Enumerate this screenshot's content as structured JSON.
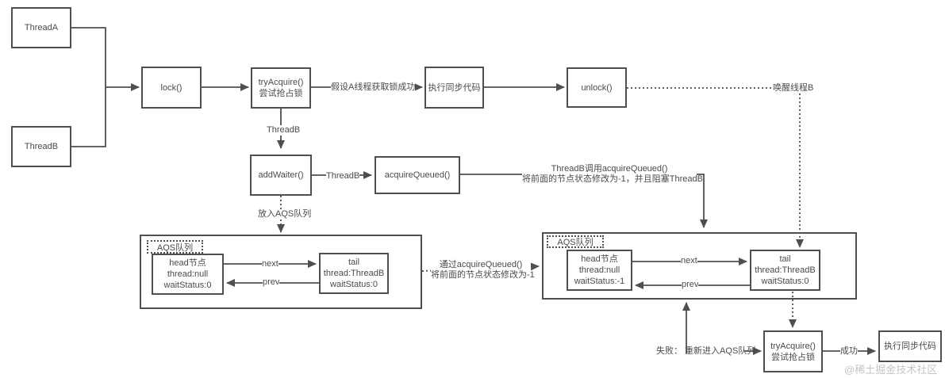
{
  "diagram": {
    "nodes": {
      "thread_a": "ThreadA",
      "thread_b": "ThreadB",
      "lock": "lock()",
      "try_acquire_top": {
        "line1": "tryAcquire()",
        "line2": "尝试抢占锁"
      },
      "exec_sync_top": "执行同步代码",
      "unlock": "unlock()",
      "add_waiter": "addWaiter()",
      "acquire_queued": "acquireQueued()",
      "try_acquire_bottom": {
        "line1": "tryAcquire()",
        "line2": "尝试抢占锁"
      },
      "exec_sync_bottom": "执行同步代码"
    },
    "queue_left": {
      "title": "AQS队列",
      "head": [
        "head节点",
        "thread:null",
        "waitStatus:0"
      ],
      "tail": [
        "tail",
        "thread:ThreadB",
        "waitStatus:0"
      ],
      "next_label": "next",
      "prev_label": "prev"
    },
    "queue_right": {
      "title": "AQS队列",
      "head": [
        "head节点",
        "thread:null",
        "waitStatus:-1"
      ],
      "tail": [
        "tail",
        "thread:ThreadB",
        "waitStatus:0"
      ],
      "next_label": "next",
      "prev_label": "prev"
    },
    "edge_labels": {
      "assume_a_success": "假设A线程获取锁成功",
      "wake_thread_b": "唤醒线程B",
      "thread_b_to_addwaiter": "ThreadB",
      "thread_b_to_acquirequeued": "ThreadB",
      "enqueue": "放入AQS队列",
      "call_acquirequeued_line1": "ThreadB调用acquireQueued()",
      "call_acquirequeued_line2": "将前面的节点状态修改为-1，并且阻塞ThreadB",
      "via_acquirequeued_line1": "通过acquireQueued()",
      "via_acquirequeued_line2": "将前面的节点状态修改为-1",
      "fail_requeue": "失败： 重新进入AQS队列",
      "success": "成功"
    },
    "watermark": "@稀土掘金技术社区",
    "colors": {
      "line": "#4f4f4f",
      "text": "#4a4a4a",
      "watermark": "#c5c5c5",
      "background": "#ffffff"
    }
  }
}
